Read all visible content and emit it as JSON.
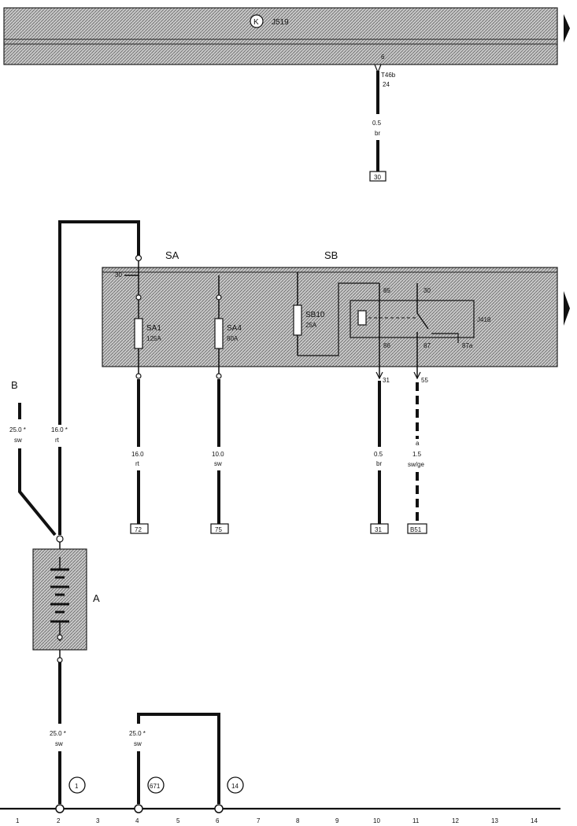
{
  "top_bar": {
    "label": "J519",
    "circle_letter": "K",
    "pin": "6",
    "conn": "T46b",
    "conn2": "24"
  },
  "top_wire": {
    "gauge": "0.5",
    "color": "br",
    "ref": "30"
  },
  "panel_labels": {
    "sa": "SA",
    "sb": "SB",
    "pin30": "30"
  },
  "fuses": [
    {
      "name": "SA1",
      "rating": "125A"
    },
    {
      "name": "SA4",
      "rating": "80A"
    },
    {
      "name": "SB10",
      "rating": "25A"
    }
  ],
  "relay": {
    "name": "J418",
    "p85": "85",
    "p30": "30",
    "p86": "86",
    "p87": "87",
    "p87a": "87a",
    "p31": "31",
    "p55": "55"
  },
  "battery_lead": {
    "letter": "B",
    "gauge": "25.0 *",
    "color": "sw"
  },
  "main_lead": {
    "gauge": "16.0 *",
    "color": "rt"
  },
  "battery": {
    "letter": "A"
  },
  "wires": [
    {
      "gauge": "16.0",
      "color": "rt",
      "ref": "72"
    },
    {
      "gauge": "10.0",
      "color": "sw",
      "ref": "75"
    },
    {
      "gauge": "0.5",
      "color": "br",
      "ref": "31"
    },
    {
      "gauge": "1.5",
      "color": "sw/ge",
      "ref": "B51",
      "extra": "a"
    }
  ],
  "ground_leads": [
    {
      "gauge": "25.0 *",
      "color": "sw"
    },
    {
      "gauge": "25.0 *",
      "color": "sw"
    }
  ],
  "ground_points": [
    "1",
    "671",
    "14"
  ],
  "scale": [
    "1",
    "2",
    "3",
    "4",
    "5",
    "6",
    "7",
    "8",
    "9",
    "10",
    "11",
    "12",
    "13",
    "14"
  ]
}
